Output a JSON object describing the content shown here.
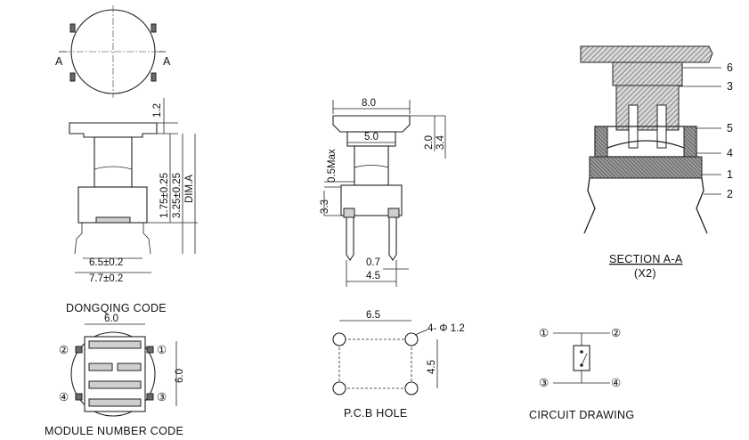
{
  "top_view": {
    "section_label_left": "A",
    "section_label_right": "A"
  },
  "side_view": {
    "dims": {
      "cap_height": "1.2",
      "dim_1": "1.75±0.25",
      "dim_2": "3.25±0.25",
      "dim_a": "DIM.A",
      "width_inner": "6.5±0.2",
      "width_outer": "7.7±0.2"
    },
    "caption": "DONGQING CODE"
  },
  "bottom_view": {
    "width": "6.0",
    "height": "6.0",
    "pins": {
      "p1": "①",
      "p2": "②",
      "p3": "③",
      "p4": "④"
    },
    "caption": "MODULE NUMBER CODE"
  },
  "front_view": {
    "dims": {
      "cap_width": "8.0",
      "stem_width": "5.0",
      "cap_h1": "2.0",
      "cap_h2": "3.4",
      "max_gap": "0.5Max",
      "pin_len": "3.3",
      "pin_w": "0.7",
      "pin_pitch": "4.5"
    }
  },
  "pcb_hole": {
    "dims": {
      "width": "6.5",
      "hole": "4- Φ 1.2",
      "height": "4.5"
    },
    "caption": "P.C.B HOLE"
  },
  "section": {
    "callouts": [
      "6",
      "3",
      "5",
      "4",
      "1",
      "2"
    ],
    "caption": "SECTION A-A",
    "scale": "(X2)"
  },
  "circuit": {
    "pins": {
      "p1": "①",
      "p2": "②",
      "p3": "③",
      "p4": "④"
    },
    "caption": "CIRCUIT DRAWING"
  }
}
